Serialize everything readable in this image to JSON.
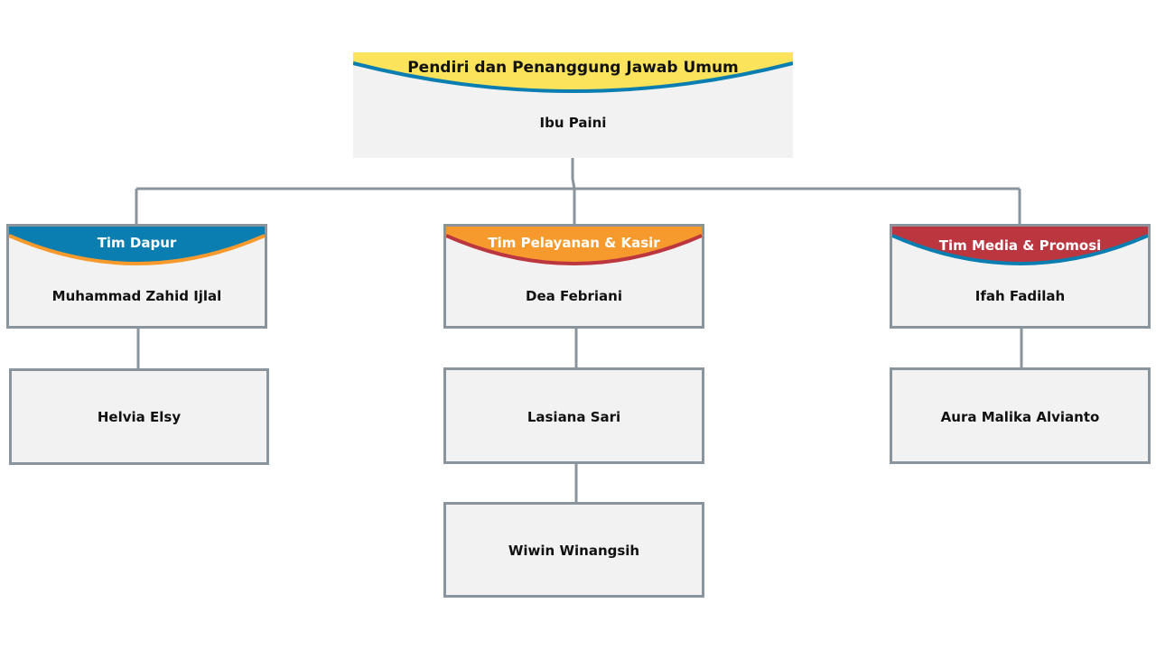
{
  "colors": {
    "yellow": "#fbe35b",
    "blue": "#0a7eb0",
    "orange": "#f79a2d",
    "red": "#bc3640",
    "box_fill": "#f2f2f2",
    "box_border": "#8a949c",
    "connector": "#8a949c"
  },
  "chart": {
    "root": {
      "title": "Pendiri dan Penanggung Jawab Umum",
      "name": "Ibu Paini"
    },
    "teams": [
      {
        "title": "Tim Dapur",
        "leader": "Muhammad Zahid Ijlal",
        "members": [
          "Helvia Elsy"
        ]
      },
      {
        "title": "Tim Pelayanan & Kasir",
        "leader": "Dea Febriani",
        "members": [
          "Lasiana Sari",
          "Wiwin Winangsih"
        ]
      },
      {
        "title": "Tim Media & Promosi",
        "leader": "Ifah Fadilah",
        "members": [
          "Aura Malika Alvianto"
        ]
      }
    ]
  }
}
